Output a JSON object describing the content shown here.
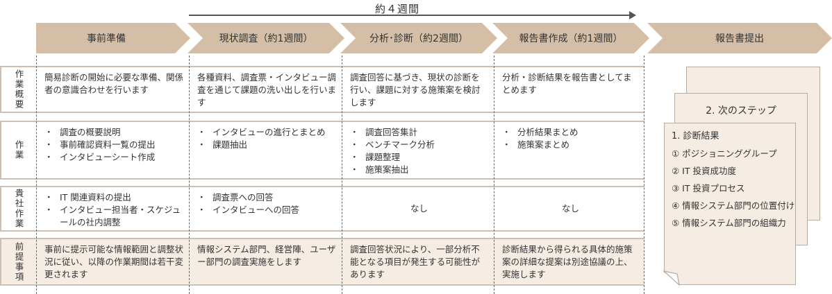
{
  "duration_label": "約４週間",
  "phases": [
    "事前準備",
    "現状調査（約1週間）",
    "分析･診断（約2週間）",
    "報告書作成（約1週間）",
    "報告書提出"
  ],
  "rows": [
    {
      "label": "作業概要",
      "cells": [
        "簡易診断の開始に必要な準備、関係者の意識合わせを行います",
        "各種資料、調査票・インタビュー調査を通じて課題の洗い出しを行います",
        "調査回答に基づき、現状の診断を行い、課題に対する施策案を検討します",
        "分析・診断結果を報告書としてまとめます"
      ]
    },
    {
      "label": "作業",
      "cells": [
        [
          "調査の概要説明",
          "事前確認資料一覧の提出",
          "インタビューシート作成"
        ],
        [
          "インタビューの進行とまとめ",
          "課題抽出"
        ],
        [
          "調査回答集計",
          "ベンチマーク分析",
          "課題整理",
          "施策案抽出"
        ],
        [
          "分析結果まとめ",
          "施策案まとめ"
        ]
      ]
    },
    {
      "label": "貴社作業",
      "cells": [
        [
          "IT 関連資料の提出",
          "インタビュー担当者・スケジュールの社内調整"
        ],
        [
          "調査票への回答",
          "インタビューへの回答"
        ],
        "なし",
        "なし"
      ]
    },
    {
      "label": "前提事項",
      "cells": [
        "事前に提示可能な情報範囲と調整状況に従い、以降の作業期間は若干変更されます",
        "情報システム部門、経営陣、ユーザー部門の調査実施をします",
        "調査回答状況により、一部分析不能となる項目が発生する可能性があります",
        "診断結果から得られる具体的施策案の詳細な提案は別途協議の上、実施します"
      ]
    }
  ],
  "report": {
    "doc2_title": "2. 次のステップ",
    "doc1_title": "1. 診断結果",
    "items": [
      "① ポジショニンググループ",
      "② IT 投資成功度",
      "③ IT 投資プロセス",
      "④ 情報システム部門の位置付け",
      "⑤ 情報システム部門の組織力"
    ]
  },
  "colors": {
    "chevron": "#d4bfa6",
    "beige": "#f5ece4",
    "border": "#cdbfb4"
  }
}
